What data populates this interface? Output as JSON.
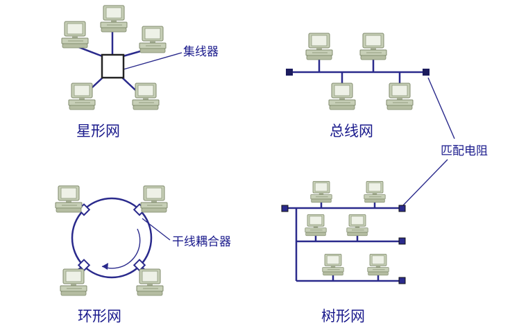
{
  "labels": {
    "star": "星形网",
    "bus": "总线网",
    "ring": "环形网",
    "tree": "树形网",
    "hub": "集线器",
    "terminator": "匹配电阻",
    "coupler": "干线耦合器"
  },
  "colors": {
    "line": "#2a2a8c",
    "text": "#1a1a8c",
    "pc_body": "#c7cfb7",
    "pc_dark": "#7f8a6b"
  }
}
